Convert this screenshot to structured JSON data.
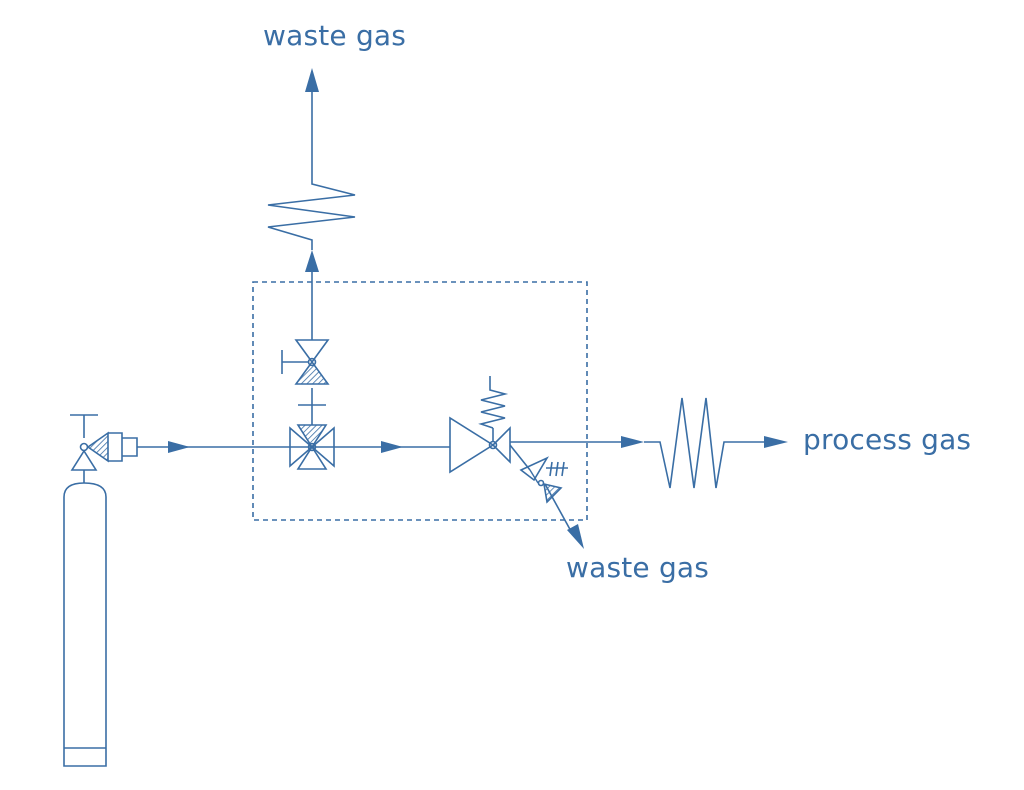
{
  "colors": {
    "line": "#3a6ea5",
    "text": "#3a6ea5"
  },
  "labels": {
    "waste_gas_top": "waste gas",
    "waste_gas_bottom": "waste gas",
    "process_gas": "process gas"
  }
}
